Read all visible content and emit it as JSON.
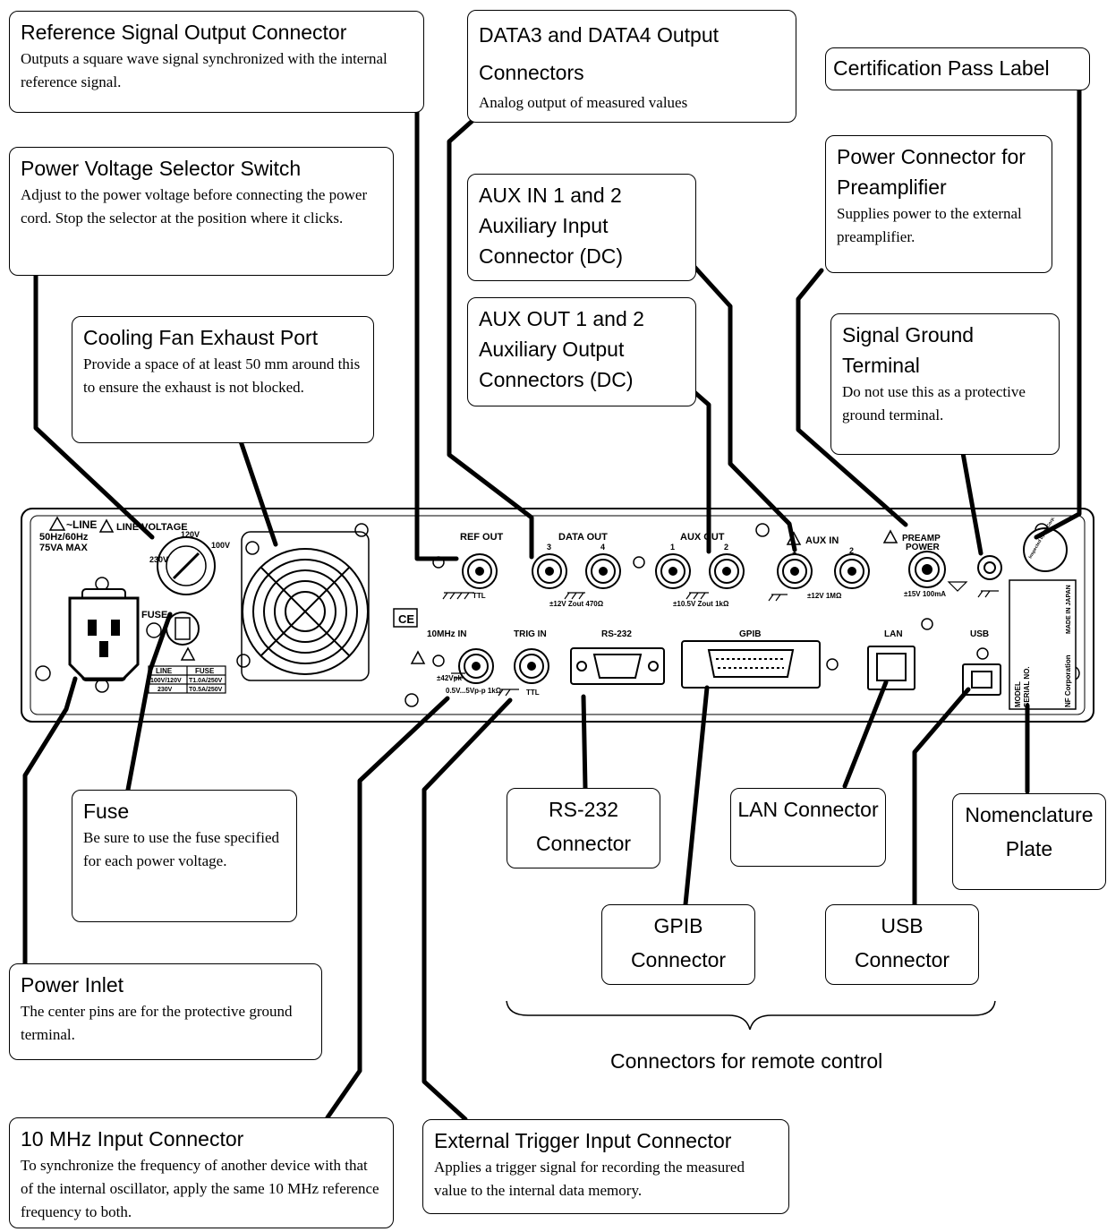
{
  "callouts": {
    "ref_out": {
      "title": "Reference Signal Output Connector",
      "desc": "Outputs a square wave signal synchronized with the internal reference signal."
    },
    "data_out": {
      "title": "DATA3 and DATA4 Output Connectors",
      "desc": "Analog output of measured values"
    },
    "cert": {
      "title": "Certification Pass Label"
    },
    "voltage_selector": {
      "title": "Power Voltage Selector Switch",
      "desc": "Adjust to the power voltage before connecting the power cord. Stop the selector at the position where it clicks."
    },
    "aux_in": {
      "title": "AUX IN 1 and 2 Auxiliary Input Connector (DC)"
    },
    "preamp_power": {
      "title": "Power Connector for Preamplifier",
      "desc": "Supplies power to the external preamplifier."
    },
    "aux_out": {
      "title": "AUX OUT 1 and 2 Auxiliary Output Connectors (DC)"
    },
    "cooling_fan": {
      "title": "Cooling Fan Exhaust Port",
      "desc": "Provide a space of at least 50 mm around this to ensure the exhaust is not blocked."
    },
    "signal_ground": {
      "title": "Signal Ground Terminal",
      "desc": "Do not use this as a protective ground terminal."
    },
    "fuse": {
      "title": "Fuse",
      "desc": "Be sure to use the fuse specified for each power voltage."
    },
    "rs232": {
      "title": "RS-232 Connector"
    },
    "lan": {
      "title": "LAN Connector"
    },
    "nomenclature": {
      "title": "Nomenclature Plate"
    },
    "gpib": {
      "title": "GPIB Connector"
    },
    "usb": {
      "title": "USB Connector"
    },
    "power_inlet": {
      "title": "Power Inlet",
      "desc": "The center pins are for the protective ground terminal."
    },
    "ten_mhz": {
      "title": "10 MHz Input Connector",
      "desc": "To synchronize the frequency of another device with that of the internal oscillator, apply the same 10 MHz reference frequency to both."
    },
    "trig_in": {
      "title": "External Trigger Input Connector",
      "desc": "Applies a trigger signal for recording the measured value to the internal data memory."
    }
  },
  "remote_group_label": "Connectors for remote control",
  "panel": {
    "line_voltage": "LINE VOLTAGE",
    "v120": "120V",
    "v230": "230V",
    "v100": "100V",
    "line_rating_1": "~LINE",
    "line_rating_2": "50Hz/60Hz",
    "line_rating_3": "75VA MAX",
    "fuse": "FUSE",
    "fuse_table_h1": "LINE",
    "fuse_table_h2": "FUSE",
    "fuse_r1_c1": "100V/120V",
    "fuse_r1_c2": "T1.0A/250V",
    "fuse_r2_c1": "230V",
    "fuse_r2_c2": "T0.5A/250V",
    "ce": "CE",
    "ref_out": "REF OUT",
    "ttl": "TTL",
    "data_out": "DATA OUT",
    "n3": "3",
    "n4": "4",
    "data_spec": "±12V Zout 470Ω",
    "aux_out": "AUX OUT",
    "n1": "1",
    "n2": "2",
    "aux_out_spec": "±10.5V Zout 1kΩ",
    "aux_in": "AUX IN",
    "aux_in_spec": "±12V 1MΩ",
    "preamp": "PREAMP",
    "power": "POWER",
    "preamp_spec": "±15V 100mA",
    "ten_mhz_in": "10MHz IN",
    "ten_mhz_pk": "±42Vpk",
    "ten_mhz_spec": "0.5V...5Vp-p 1kΩ",
    "trig_in": "TRIG IN",
    "trig_ttl": "TTL",
    "rs232": "RS-232",
    "gpib": "GPIB",
    "lan": "LAN",
    "usb": "USB",
    "made_in_japan": "MADE IN JAPAN",
    "model": "MODEL",
    "serial_no": "SERIAL NO.",
    "nf_corp": "NF Corporation",
    "seal": "Inspected by NF Corp."
  }
}
